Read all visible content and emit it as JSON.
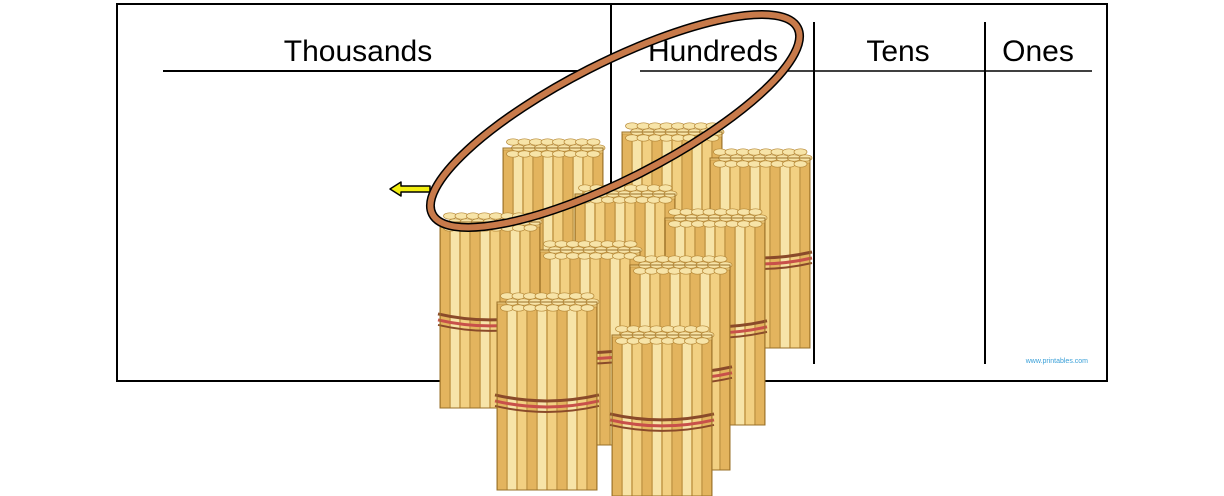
{
  "chart": {
    "columns": [
      "Thousands",
      "Hundreds",
      "Tens",
      "Ones"
    ],
    "watermark": "www.printables.com"
  },
  "colors": {
    "border": "#000000",
    "stick_light": "#f7e4a8",
    "stick_mid": "#f2d082",
    "stick_dark": "#e3b45e",
    "band_red": "#c8504a",
    "band_brown": "#8a4a2a",
    "ring": "#c87a4a",
    "arrow": "#f2ee10"
  },
  "bundles": {
    "count": 10
  },
  "icons": {
    "arrow": "left-arrow-icon",
    "ring": "rubber-band-ring-icon"
  }
}
